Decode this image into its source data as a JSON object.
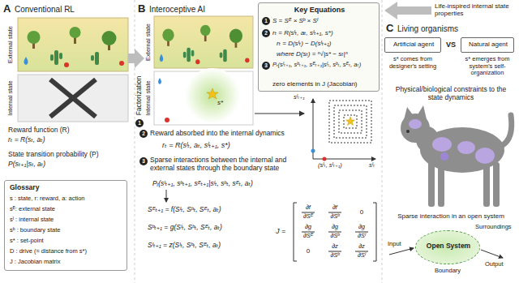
{
  "diagram": {
    "nodes": [
      {
        "text": [
          "Glossary",
          "s : state, r: reward, a: action",
          "sᴱ: external state",
          "sᴵ : internal state",
          "sᵇ : boundary state",
          "s* : set-point",
          "D : drive (≈ distance from s*)",
          "J : Jacobian matrix"
        ]
      },
      {
        "text": [
          "Key Equations",
          "1",
          "S = Sᴱ × Sᵇ × Sᴵ",
          "2",
          "rₜ = R(sᴵₜ, aₜ, sᴵₜ₊₁, s*)",
          "rₜ = D(sᴵₜ) − D(sᴵₜ₊₁)",
          "where D(sₜ) = ⁿ√|s* − sₜ|ⁿ",
          "3",
          "Pᵣ(sᴵₜ₊₁, sᵇₜ₊₁, sᴱₜ₊₁|sᴵₜ, sᵇₜ, sᴱₜ, aₜ)",
          "zero elements in J (Jacobian)"
        ]
      },
      {
        "text": [
          "Artificial agent"
        ]
      },
      {
        "text": [
          "Natural agent"
        ]
      },
      {
        "text": [
          "Open System"
        ]
      }
    ],
    "labels": [
      "A",
      "Conventional RL",
      "External state",
      "Internal state",
      "Reward function (R)",
      "rₜ = R(sₜ, aₜ)",
      "State transition probability (P)",
      "P(sₜ₊₁|sₜ, aₜ)",
      "B",
      "Interoceptive AI",
      "External state",
      "Internal state",
      "s*",
      "1",
      "Factorization",
      "sᴵₜ₊₁",
      "sᴵₜ",
      "(sᴵₜ, sᴵₜ₊₁)",
      "2",
      "Reward absorbed into the internal dynamics",
      "rₜ = R(sᴵₜ, aₜ, sᴵₜ₊₁, s*)",
      "3",
      "Sparse interactions between the internal and external states through the boundary state",
      "Pᵣ(sᴵₜ₊₁, sᵇₜ₊₁, sᴱₜ₊₁|sᴵₜ, sᵇₜ, sᴱₜ, aₜ)",
      "Sᴱₜ₊₁ = f(Sᴵₜ, Sᵇₜ, Sᴱₜ, aₜ)",
      "Sᵇₜ₊₁ = g(Sᴵₜ, Sᵇₜ, Sᴱₜ, aₜ)",
      "Sᴵₜ₊₁ = z(Sᴵₜ, Sᵇₜ, Sᴱₜ, aₜ)",
      "J =",
      "∂f",
      "∂Sᴱ",
      "∂f",
      "∂Sᵇ",
      "0",
      "∂g",
      "∂Sᴱ",
      "∂g",
      "∂Sᵇ",
      "∂g",
      "∂Sᴵ",
      "0",
      "∂z",
      "∂Sᵇ",
      "∂z",
      "∂Sᴵ",
      "C",
      "Living organisms",
      "Life-inspired internal state properties",
      "VS",
      "s* comes from designer's setting",
      "s* emerges from system's self-organization",
      "Physical/biological constraints to the state dynamics",
      "Sparse interaction in an open system",
      "Surroundings",
      "Input",
      "Output",
      "Boundary"
    ]
  }
}
